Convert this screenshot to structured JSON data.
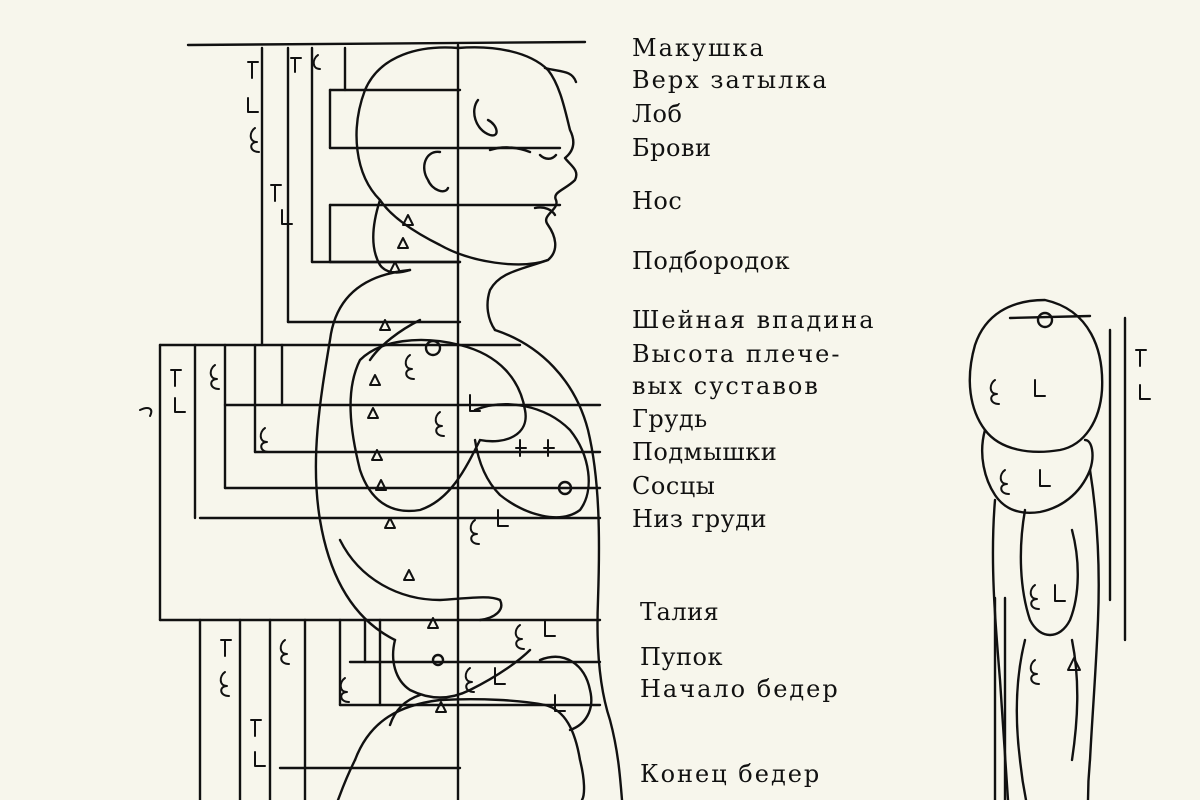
{
  "labels": {
    "crown": "Макушка",
    "occiput_top": "Верх затылка",
    "forehead": "Лоб",
    "brows": "Брови",
    "nose": "Нос",
    "chin": "Подбородок",
    "neck_hollow": "Шейная впадина",
    "shoulder_joint_line1": "Высота плече-",
    "shoulder_joint_line2": "вых суставов",
    "chest": "Грудь",
    "armpits": "Подмышки",
    "nipples": "Сосцы",
    "lower_chest": "Низ груди",
    "waist": "Талия",
    "navel": "Пупок",
    "thighs_start": "Начало бедер",
    "thighs_end": "Конец бедер"
  }
}
